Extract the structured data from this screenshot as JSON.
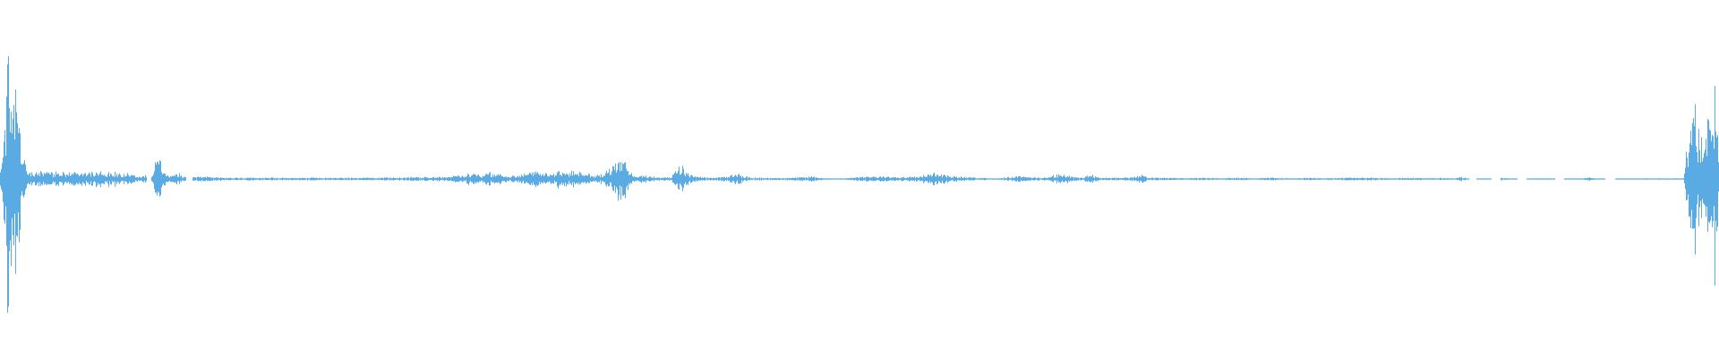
{
  "waveform": {
    "color": "#5aabe3",
    "background": "#ffffff",
    "envelope": [
      [
        0,
        0.05
      ],
      [
        0.002,
        0.35
      ],
      [
        0.004,
        0.85
      ],
      [
        0.006,
        0.95
      ],
      [
        0.008,
        0.75
      ],
      [
        0.01,
        0.55
      ],
      [
        0.012,
        0.3
      ],
      [
        0.014,
        0.12
      ],
      [
        0.016,
        0.06
      ],
      [
        0.02,
        0.05
      ],
      [
        0.03,
        0.05
      ],
      [
        0.04,
        0.06
      ],
      [
        0.05,
        0.05
      ],
      [
        0.06,
        0.06
      ],
      [
        0.07,
        0.05
      ],
      [
        0.075,
        0.04
      ],
      [
        0.08,
        0.02
      ],
      [
        0.088,
        0.03
      ],
      [
        0.09,
        0.12
      ],
      [
        0.092,
        0.18
      ],
      [
        0.094,
        0.1
      ],
      [
        0.096,
        0.04
      ],
      [
        0.1,
        0.02
      ],
      [
        0.104,
        0.06
      ],
      [
        0.106,
        0.02
      ],
      [
        0.11,
        0.01
      ],
      [
        0.12,
        0.02
      ],
      [
        0.13,
        0.01
      ],
      [
        0.15,
        0.01
      ],
      [
        0.17,
        0.01
      ],
      [
        0.2,
        0.01
      ],
      [
        0.22,
        0.01
      ],
      [
        0.25,
        0.015
      ],
      [
        0.26,
        0.02
      ],
      [
        0.27,
        0.03
      ],
      [
        0.275,
        0.05
      ],
      [
        0.28,
        0.03
      ],
      [
        0.285,
        0.05
      ],
      [
        0.29,
        0.04
      ],
      [
        0.295,
        0.02
      ],
      [
        0.3,
        0.03
      ],
      [
        0.31,
        0.05
      ],
      [
        0.315,
        0.06
      ],
      [
        0.32,
        0.04
      ],
      [
        0.325,
        0.06
      ],
      [
        0.33,
        0.05
      ],
      [
        0.335,
        0.06
      ],
      [
        0.34,
        0.04
      ],
      [
        0.345,
        0.03
      ],
      [
        0.35,
        0.04
      ],
      [
        0.355,
        0.08
      ],
      [
        0.36,
        0.14
      ],
      [
        0.362,
        0.2
      ],
      [
        0.364,
        0.12
      ],
      [
        0.366,
        0.05
      ],
      [
        0.37,
        0.02
      ],
      [
        0.375,
        0.03
      ],
      [
        0.38,
        0.02
      ],
      [
        0.385,
        0.015
      ],
      [
        0.39,
        0.01
      ],
      [
        0.395,
        0.08
      ],
      [
        0.397,
        0.1
      ],
      [
        0.4,
        0.04
      ],
      [
        0.405,
        0.02
      ],
      [
        0.41,
        0.01
      ],
      [
        0.42,
        0.015
      ],
      [
        0.425,
        0.03
      ],
      [
        0.43,
        0.04
      ],
      [
        0.432,
        0.02
      ],
      [
        0.44,
        0.01
      ],
      [
        0.45,
        0.01
      ],
      [
        0.46,
        0.01
      ],
      [
        0.47,
        0.015
      ],
      [
        0.472,
        0.035
      ],
      [
        0.474,
        0.015
      ],
      [
        0.48,
        0.005
      ],
      [
        0.49,
        0.005
      ],
      [
        0.5,
        0.015
      ],
      [
        0.51,
        0.02
      ],
      [
        0.52,
        0.015
      ],
      [
        0.53,
        0.02
      ],
      [
        0.535,
        0.03
      ],
      [
        0.54,
        0.04
      ],
      [
        0.545,
        0.05
      ],
      [
        0.55,
        0.03
      ],
      [
        0.555,
        0.02
      ],
      [
        0.56,
        0.015
      ],
      [
        0.57,
        0.01
      ],
      [
        0.58,
        0.005
      ],
      [
        0.59,
        0.02
      ],
      [
        0.595,
        0.03
      ],
      [
        0.6,
        0.01
      ],
      [
        0.61,
        0.015
      ],
      [
        0.615,
        0.035
      ],
      [
        0.62,
        0.03
      ],
      [
        0.625,
        0.015
      ],
      [
        0.63,
        0.01
      ],
      [
        0.635,
        0.04
      ],
      [
        0.638,
        0.02
      ],
      [
        0.64,
        0.01
      ],
      [
        0.65,
        0.01
      ],
      [
        0.66,
        0.015
      ],
      [
        0.665,
        0.03
      ],
      [
        0.668,
        0.01
      ],
      [
        0.68,
        0.01
      ],
      [
        0.69,
        0.005
      ],
      [
        0.7,
        0.01
      ],
      [
        0.71,
        0.005
      ],
      [
        0.72,
        0.01
      ],
      [
        0.73,
        0.005
      ],
      [
        0.74,
        0.01
      ],
      [
        0.75,
        0.005
      ],
      [
        0.76,
        0.01
      ],
      [
        0.77,
        0.005
      ],
      [
        0.78,
        0.01
      ],
      [
        0.8,
        0.01
      ],
      [
        0.81,
        0.005
      ],
      [
        0.82,
        0.01
      ],
      [
        0.83,
        0.005
      ],
      [
        0.84,
        0.01
      ],
      [
        0.845,
        0.005
      ],
      [
        0.85,
        0.015
      ],
      [
        0.855,
        0.005
      ],
      [
        0.86,
        0.002
      ],
      [
        0.875,
        0.01
      ],
      [
        0.88,
        0.002
      ],
      [
        0.9,
        0.005
      ],
      [
        0.92,
        0.002
      ],
      [
        0.925,
        0.015
      ],
      [
        0.93,
        0.002
      ],
      [
        0.95,
        0.002
      ],
      [
        0.96,
        0.005
      ],
      [
        0.975,
        0.005
      ],
      [
        0.98,
        0.01
      ],
      [
        0.982,
        0.3
      ],
      [
        0.984,
        0.45
      ],
      [
        0.986,
        0.6
      ],
      [
        0.988,
        0.4
      ],
      [
        0.99,
        0.35
      ],
      [
        0.992,
        0.25
      ],
      [
        0.994,
        0.55
      ],
      [
        0.996,
        0.35
      ],
      [
        0.998,
        0.85
      ],
      [
        1,
        0.2
      ]
    ],
    "dropouts": [
      [
        0.085,
        0.088
      ],
      [
        0.108,
        0.112
      ],
      [
        0.855,
        0.859
      ],
      [
        0.868,
        0.873
      ],
      [
        0.883,
        0.888
      ],
      [
        0.905,
        0.91
      ],
      [
        0.934,
        0.94
      ]
    ]
  }
}
